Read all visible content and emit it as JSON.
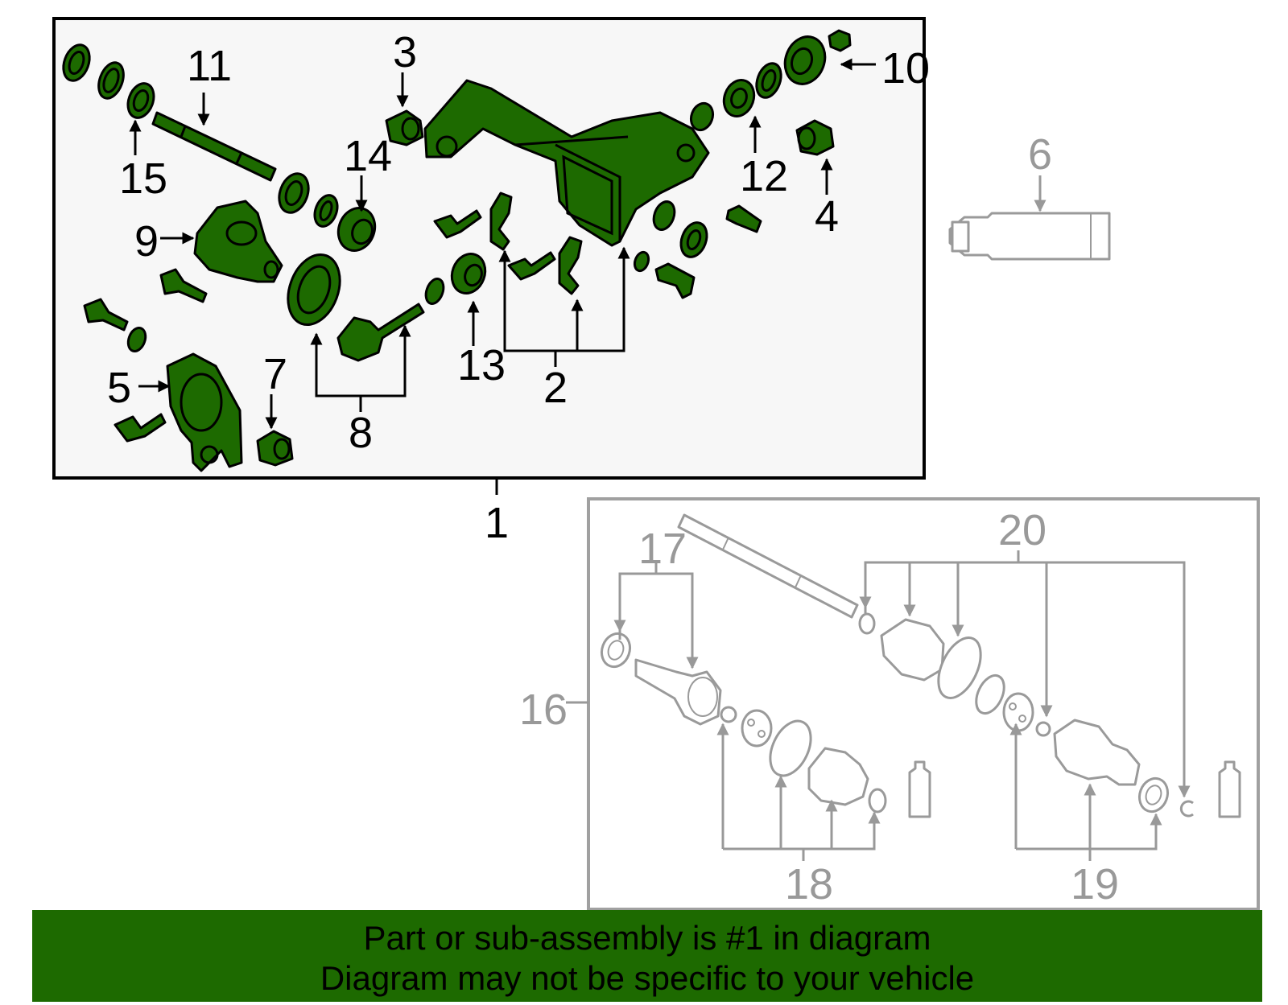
{
  "colors": {
    "part_fill": "#1d6a00",
    "banner": "#1d6a00",
    "outline": "#000000",
    "secondary": "#999999"
  },
  "callouts": {
    "c1": "1",
    "c2": "2",
    "c3": "3",
    "c4": "4",
    "c5": "5",
    "c6": "6",
    "c7": "7",
    "c8": "8",
    "c9": "9",
    "c10": "10",
    "c11": "11",
    "c12": "12",
    "c13": "13",
    "c14": "14",
    "c15": "15",
    "c16": "16",
    "c17": "17",
    "c18": "18",
    "c19": "19",
    "c20": "20"
  },
  "banner": {
    "line1": "Part or sub-assembly is #1 in diagram",
    "line2": "Diagram may not be specific to your vehicle"
  }
}
